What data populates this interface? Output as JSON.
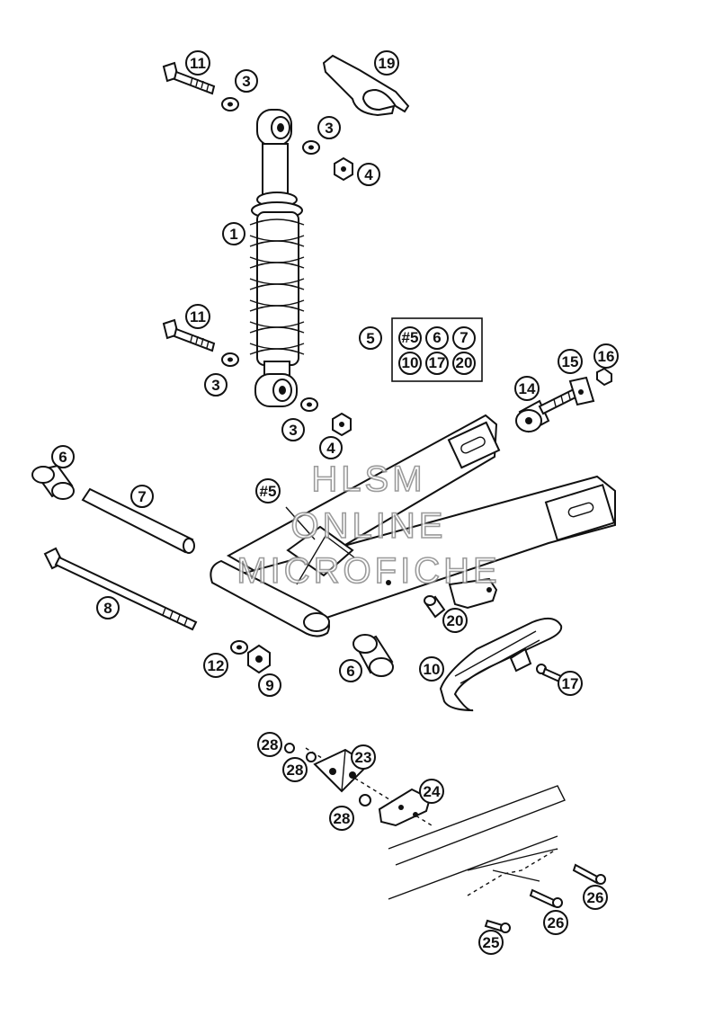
{
  "watermark": {
    "line1": "HLSM",
    "line2": "ONLINE",
    "line3": "MICROFICHE"
  },
  "callouts": [
    {
      "id": "11a",
      "label": "11"
    },
    {
      "id": "3a",
      "label": "3"
    },
    {
      "id": "19",
      "label": "19"
    },
    {
      "id": "3b",
      "label": "3"
    },
    {
      "id": "4a",
      "label": "4"
    },
    {
      "id": "1",
      "label": "1"
    },
    {
      "id": "11b",
      "label": "11"
    },
    {
      "id": "3c",
      "label": "3"
    },
    {
      "id": "3d",
      "label": "3"
    },
    {
      "id": "4b",
      "label": "4"
    },
    {
      "id": "5",
      "label": "5"
    },
    {
      "id": "14",
      "label": "14"
    },
    {
      "id": "15",
      "label": "15"
    },
    {
      "id": "16",
      "label": "16"
    },
    {
      "id": "6a",
      "label": "6"
    },
    {
      "id": "7",
      "label": "7"
    },
    {
      "id": "s5",
      "label": "#5"
    },
    {
      "id": "8",
      "label": "8"
    },
    {
      "id": "20a",
      "label": "20"
    },
    {
      "id": "12",
      "label": "12"
    },
    {
      "id": "9",
      "label": "9"
    },
    {
      "id": "6b",
      "label": "6"
    },
    {
      "id": "10a",
      "label": "10"
    },
    {
      "id": "17a",
      "label": "17"
    },
    {
      "id": "28a",
      "label": "28"
    },
    {
      "id": "23",
      "label": "23"
    },
    {
      "id": "28b",
      "label": "28"
    },
    {
      "id": "24",
      "label": "24"
    },
    {
      "id": "28c",
      "label": "28"
    },
    {
      "id": "26a",
      "label": "26"
    },
    {
      "id": "26b",
      "label": "26"
    },
    {
      "id": "25",
      "label": "25"
    }
  ],
  "kit_box": {
    "items": [
      "#5",
      "6",
      "7",
      "10",
      "17",
      "20"
    ]
  }
}
